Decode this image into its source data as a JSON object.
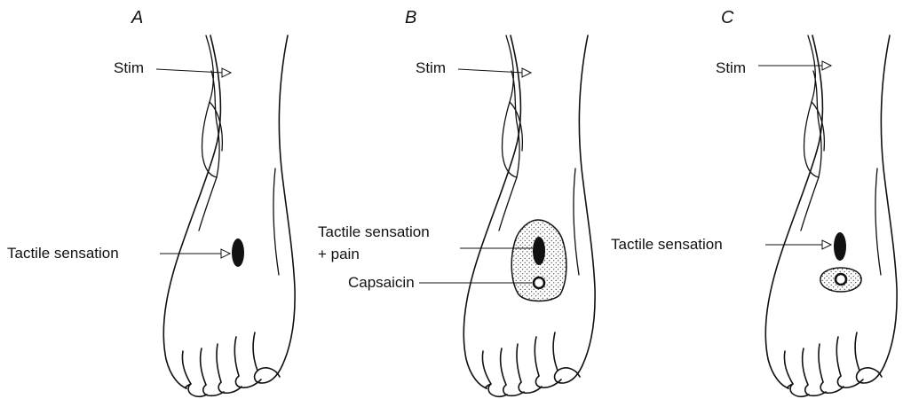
{
  "panels": [
    {
      "letter": "A",
      "stim_label": "Stim",
      "sensation_label": "Tactile sensation",
      "pain_label": "",
      "capsaicin_label": ""
    },
    {
      "letter": "B",
      "stim_label": "Stim",
      "sensation_label": "Tactile sensation",
      "pain_label": "+ pain",
      "capsaicin_label": "Capsaicin"
    },
    {
      "letter": "C",
      "stim_label": "Stim",
      "sensation_label": "Tactile sensation",
      "pain_label": "",
      "capsaicin_label": ""
    }
  ],
  "colors": {
    "ink": "#111111",
    "background": "#ffffff"
  }
}
